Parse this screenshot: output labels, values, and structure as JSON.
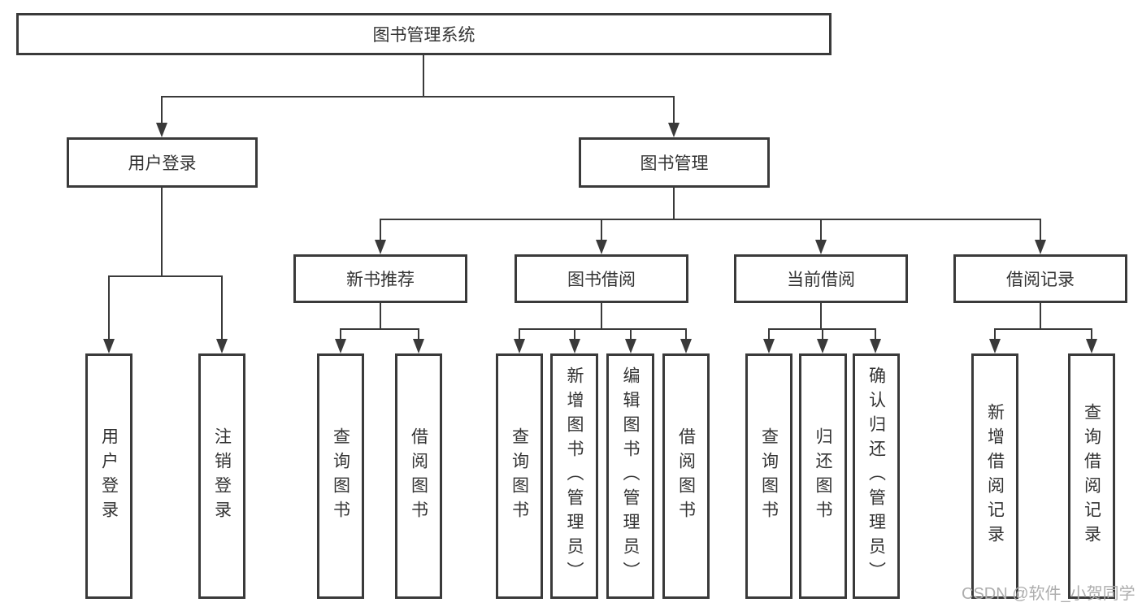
{
  "diagram": {
    "root": "图书管理系统",
    "level2": {
      "user_login": "用户登录",
      "book_mgmt": "图书管理"
    },
    "level3": {
      "new_books": "新书推荐",
      "borrowing": "图书借阅",
      "current": "当前借阅",
      "records": "借阅记录"
    },
    "leaves": {
      "user_login": "用户登录",
      "logout": "注销登录",
      "nb_query": "查询图书",
      "nb_borrow": "借阅图书",
      "bb_query": "查询图书",
      "bb_add": "新增图书（管理员）",
      "bb_edit": "编辑图书（管理员）",
      "bb_borrow": "借阅图书",
      "cb_query": "查询图书",
      "cb_return": "归还图书",
      "cb_confirm": "确认归还（管理员）",
      "br_add": "新增借阅记录",
      "br_query": "查询借阅记录"
    }
  },
  "watermark": "CSDN @软件_小贺同学",
  "colors": {
    "line": "#3a3a3a",
    "border": "#3a3a3a",
    "text": "#333333",
    "watermark": "#adadad",
    "background": "#ffffff"
  }
}
